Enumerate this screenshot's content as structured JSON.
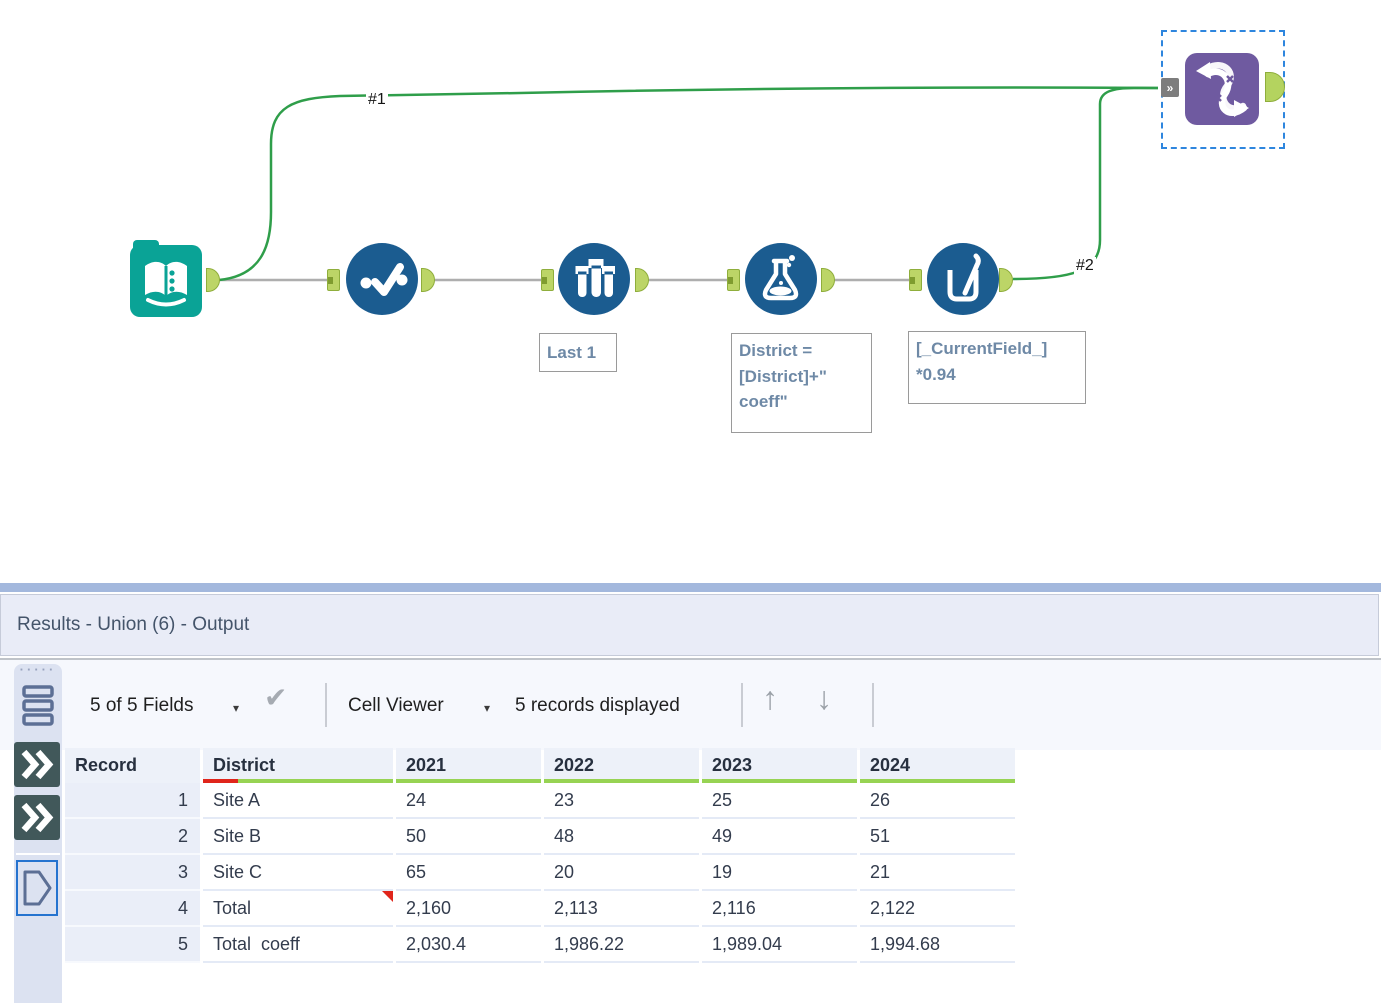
{
  "colors": {
    "wire_green": "#2f9e4a",
    "wire_gray": "#aeaeae",
    "tool_blue": "#1b5c90",
    "tool_teal": "#0aa396",
    "tool_purple": "#6f5aa0",
    "anchor_green": "#bcd567",
    "selection_blue": "#2e86de",
    "header_bar_green": "#97d353",
    "header_bar_red": "#e0251b",
    "panel_title_bg": "#e9ecf7",
    "sidebar_bg": "#dce2f1"
  },
  "icons": {
    "input_tool": "book-icon",
    "select_tool": "checkmark-icon",
    "sample_tool": "test-tubes-icon",
    "formula_tool": "flask-icon",
    "multi_field_formula_tool": "beaker-pencil-icon",
    "union_tool": "dna-helix-icon",
    "union_input_anchor_glyph": "»",
    "fields_caret": "▾",
    "cell_viewer_caret": "▾",
    "apply_check": "✔",
    "up_arrow": "↑",
    "down_arrow": "↓",
    "sidebar_handle_dots": "·····"
  },
  "workflow": {
    "wire1_label": "#1",
    "wire2_label": "#2",
    "annotations": {
      "sample": "Last 1",
      "formula": "District =\n[District]+\"\ncoeff\"",
      "multi_field_formula": "[_CurrentField_]\n*0.94"
    }
  },
  "results": {
    "title": "Results - Union (6) - Output",
    "toolbar": {
      "fields_selector": "5 of 5 Fields",
      "cell_viewer": "Cell Viewer",
      "records_displayed": "5 records displayed"
    },
    "table": {
      "columns": [
        "Record",
        "District",
        "2021",
        "2022",
        "2023",
        "2024"
      ],
      "rows": [
        [
          "1",
          "Site A",
          "24",
          "23",
          "25",
          "26"
        ],
        [
          "2",
          "Site B",
          "50",
          "48",
          "49",
          "51"
        ],
        [
          "3",
          "Site C",
          "65",
          "20",
          "19",
          "21"
        ],
        [
          "4",
          "Total",
          "2,160",
          "2,113",
          "2,116",
          "2,122"
        ],
        [
          "5",
          "Total  coeff",
          "2,030.4",
          "1,986.22",
          "1,989.04",
          "1,994.68"
        ]
      ]
    }
  }
}
